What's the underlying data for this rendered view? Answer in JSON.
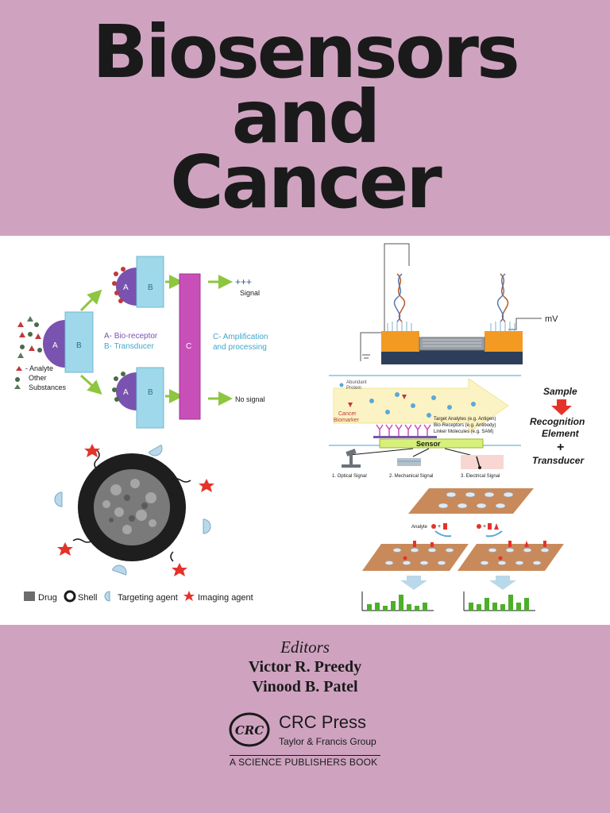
{
  "title": {
    "line1": "Biosensors",
    "line2": "and",
    "line3": "Cancer"
  },
  "editors": {
    "label": "Editors",
    "names": [
      "Victor R. Preedy",
      "Vinood B. Patel"
    ]
  },
  "publisher": {
    "logo_text": "CRC",
    "name": "CRC Press",
    "group": "Taylor & Francis Group",
    "imprint": "A SCIENCE PUBLISHERS BOOK"
  },
  "figure1": {
    "block_a": "A",
    "block_b": "B",
    "block_c": "C",
    "legend_a": "A- Bio-receptor",
    "legend_b": "B- Transducer",
    "legend_c1": "C- Amplification",
    "legend_c2": "and processing",
    "signal": "Signal",
    "plus": "+++",
    "no_signal": "No signal",
    "analyte": "- Analyte",
    "other1": "Other",
    "other2": "Substances"
  },
  "figure2": {
    "mv": "mV"
  },
  "figure3": {
    "abundant1": "Abundant",
    "abundant2": "Protein",
    "cancer1": "Cancer",
    "cancer2": "Biomarker",
    "target": "Target Analytes (e.g. Antigen)",
    "bioreceptors": "Bio-Receptors (e.g. Antibody)",
    "linker": "Linker Molecules (e.g. SAM)",
    "sensor": "Sensor",
    "optical": "1. Optical Signal",
    "mechanical": "2. Mechanical Signal",
    "electrical": "3. Electrical Signal",
    "sample": "Sample",
    "recognition": "Recognition",
    "element": "Element",
    "plus": "+",
    "transducer": "Transducer"
  },
  "figure4": {
    "drug": "Drug",
    "shell": "Shell",
    "targeting": "Targeting agent",
    "imaging": "Imaging agent"
  },
  "figure5": {
    "analyte": "Analyte"
  },
  "colors": {
    "band": "#cfa3c0",
    "receptor": "#7a52b0",
    "transducer": "#9fd8ea",
    "amplifier": "#c84fb8",
    "arrow": "#8dc63f",
    "chip_orange": "#f39a23",
    "chip_navy": "#2c3e5a",
    "chip_board": "#c98a5b",
    "bar_green": "#4caf2a",
    "shield_red": "#e5332a"
  }
}
